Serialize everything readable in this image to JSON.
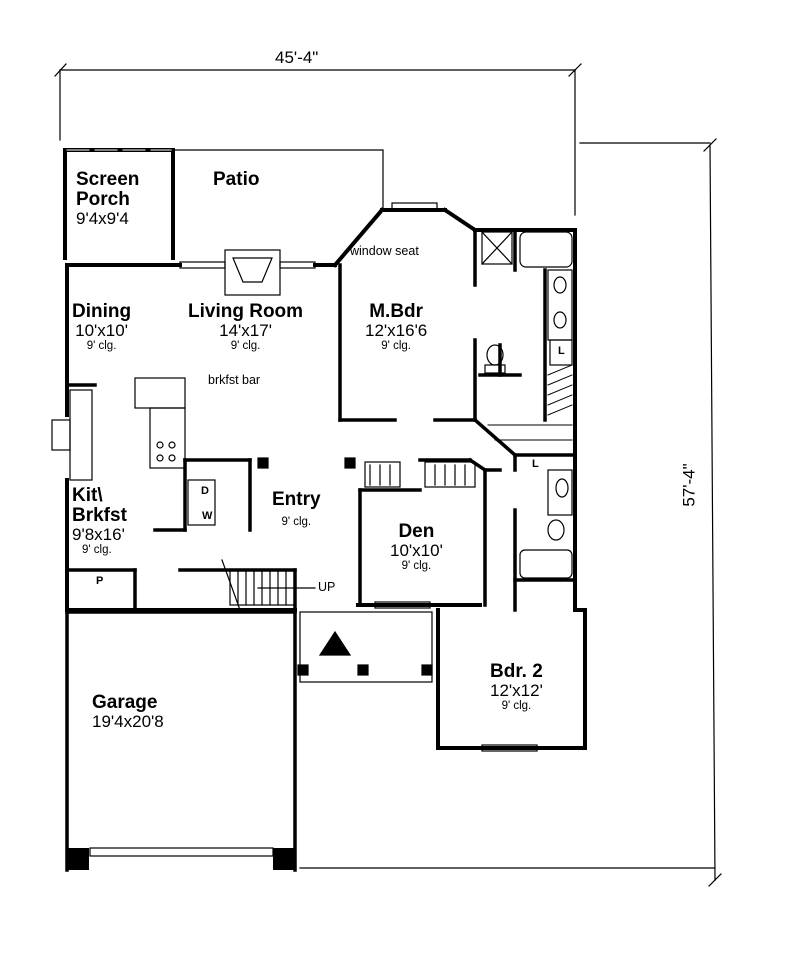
{
  "dimensions": {
    "width": "45'-4\"",
    "depth": "57'-4\""
  },
  "rooms": {
    "screen_porch": {
      "name_line1": "Screen",
      "name_line2": "Porch",
      "size": "9'4x9'4"
    },
    "patio": {
      "name": "Patio"
    },
    "dining": {
      "name": "Dining",
      "size": "10'x10'",
      "ceiling": "9' clg."
    },
    "living": {
      "name": "Living Room",
      "size": "14'x17'",
      "ceiling": "9' clg."
    },
    "master": {
      "name": "M.Bdr",
      "size": "12'x16'6",
      "ceiling": "9' clg."
    },
    "kitchen": {
      "name_line1": "Kit\\",
      "name_line2": "Brkfst",
      "size": "9'8x16'",
      "ceiling": "9' clg."
    },
    "entry": {
      "name": "Entry",
      "ceiling": "9' clg."
    },
    "den": {
      "name": "Den",
      "size": "10'x10'",
      "ceiling": "9' clg."
    },
    "garage": {
      "name": "Garage",
      "size": "19'4x20'8"
    },
    "bedroom2": {
      "name": "Bdr. 2",
      "size": "12'x12'",
      "ceiling": "9' clg."
    }
  },
  "annotations": {
    "window_seat": "window seat",
    "brkfst_bar": "brkfst bar",
    "stairs_up": "UP",
    "pantry": "P",
    "dryer": "D",
    "washer": "W",
    "linen_master": "L",
    "linen_bath": "L"
  }
}
